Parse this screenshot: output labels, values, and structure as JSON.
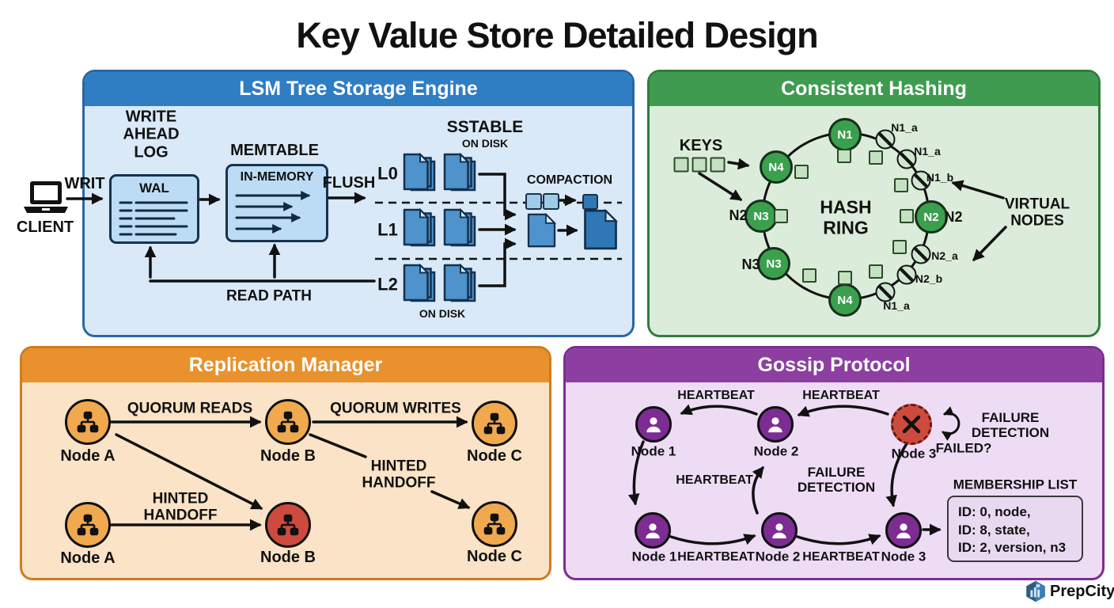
{
  "title": "Key Value Store Detailed Design",
  "brand": {
    "name": "PrepCity"
  },
  "colors": {
    "lsm_header": "#2f7dc3",
    "lsm_body": "#d9e9f8",
    "hash_header": "#3f9b4f",
    "hash_body": "#dcecda",
    "replication_header": "#e8912d",
    "replication_body": "#fae3c6",
    "gossip_header": "#8c3fa0",
    "gossip_body": "#eedcf5",
    "doc_blue": "#4e93cb",
    "doc_dark_blue": "#2f77b5",
    "node_green": "#3aa04e",
    "node_orange": "#f0a94e",
    "node_purple": "#7d2c94",
    "node_red": "#cd4b3e",
    "ink": "#111111"
  },
  "lsm": {
    "header": "LSM Tree Storage Engine",
    "client": "CLIENT",
    "write": "WRIT",
    "wal_title": "WRITE\nAHEAD\nLOG",
    "wal": "WAL",
    "memtable_title": "MEMTABLE",
    "memtable": "IN-MEMORY",
    "flush": "FLUSH",
    "sstable": "SSTABLE",
    "on_disk_top": "ON DISK",
    "on_disk_bottom": "ON DISK",
    "levels": [
      {
        "label": "L0"
      },
      {
        "label": "L1"
      },
      {
        "label": "L2"
      }
    ],
    "compaction": "COMPACTION",
    "read_path": "READ PATH"
  },
  "hashing": {
    "header": "Consistent Hashing",
    "keys": "KEYS",
    "hash_ring": "HASH\nRING",
    "virtual_nodes": "VIRTUAL\nNODES",
    "ring_nodes": [
      {
        "label": "N1"
      },
      {
        "label": "N4"
      },
      {
        "label": "N3"
      },
      {
        "label": "N3"
      },
      {
        "label": "N4"
      },
      {
        "label": "N2"
      }
    ],
    "outside_labels": [
      {
        "label": "N2"
      },
      {
        "label": "N3"
      },
      {
        "label": "N2"
      }
    ],
    "virtual_node_labels": [
      {
        "label": "N1_a"
      },
      {
        "label": "N1_a"
      },
      {
        "label": "N1_b"
      },
      {
        "label": "N2_a"
      },
      {
        "label": "N2_b"
      },
      {
        "label": "N1_a"
      }
    ]
  },
  "replication": {
    "header": "Replication Manager",
    "quorum_reads": "QUORUM READS",
    "quorum_writes": "QUORUM WRITES",
    "hinted_handoff": "HINTED\nHANDOFF",
    "top_nodes": [
      {
        "label": "Node A"
      },
      {
        "label": "Node B"
      },
      {
        "label": "Node C"
      }
    ],
    "bottom_nodes": [
      {
        "label": "Node A"
      },
      {
        "label": "Node B"
      },
      {
        "label": "Node C"
      }
    ]
  },
  "gossip": {
    "header": "Gossip Protocol",
    "heartbeat": "HEARTBEAT",
    "failure_detection": "FAILURE\nDETECTION",
    "failed": "FAILED?",
    "top_nodes": [
      {
        "label": "Node 1"
      },
      {
        "label": "Node 2"
      },
      {
        "label": "Node 3"
      }
    ],
    "bottom_nodes": [
      {
        "label": "Node 1"
      },
      {
        "label": "Node 2"
      },
      {
        "label": "Node 3"
      }
    ],
    "membership": {
      "title": "MEMBERSHIP LIST",
      "rows": [
        {
          "text": "ID: 0, node,"
        },
        {
          "text": "ID: 8, state,"
        },
        {
          "text": "ID: 2, version, n3"
        }
      ]
    }
  }
}
